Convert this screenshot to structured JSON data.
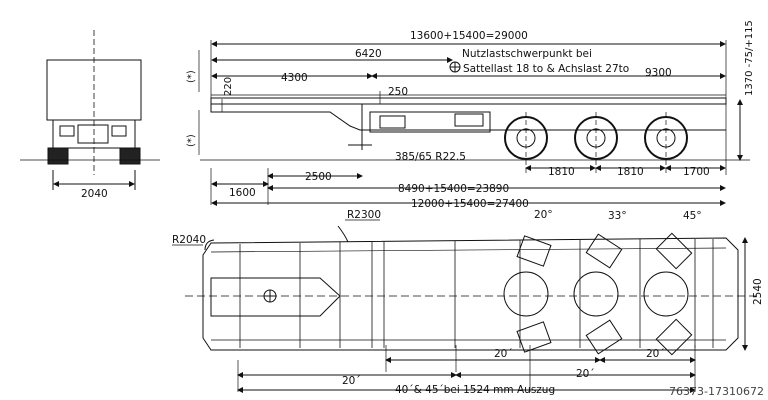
{
  "dimensions": {
    "overall_length": "13600+15400=29000",
    "kingpin_to_cog": "6420",
    "cog_note_line1": "Nutzlastschwerpunkt bei",
    "cog_note_line2": "Sattellast 18 to & Achslast 27to",
    "front_section": "4300",
    "rear_section": "9300",
    "gooseneck_height": "220",
    "step_250": "250",
    "fifth_wheel_height": "1370 -75/+115",
    "tire_size": "385/65 R22.5",
    "axle_spacing_1": "1810",
    "axle_spacing_2": "1810",
    "rear_overhang": "1700",
    "kingpin_setback": "1600",
    "dim_2500": "2500",
    "extended_length": "8490+15400=23890",
    "overall_extended": "12000+15400=27400",
    "front_width": "2040",
    "total_width": "2540",
    "front_radius": "R2040",
    "swing_radius": "R2300",
    "angle_1": "20°",
    "angle_2": "33°",
    "angle_3": "45°",
    "container_20_1": "20´",
    "container_20_2": "20´",
    "container_20_3": "20´",
    "container_20_4": "20´",
    "container_note": "40´& 45´bei 1524 mm Auszug",
    "brackets": "(*)"
  },
  "watermark": "76373-17310672"
}
